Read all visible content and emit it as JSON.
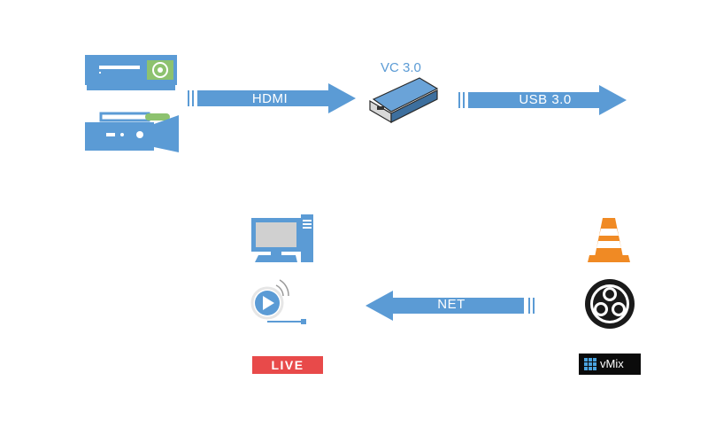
{
  "diagram": {
    "device_label": "VC 3.0",
    "arrows": {
      "hdmi": "HDMI",
      "usb": "USB 3.0",
      "net": "NET"
    },
    "badges": {
      "live": "LIVE",
      "vmix": "vMix"
    },
    "colors": {
      "accent": "#5b9bd5",
      "device_green": "#8dc26f",
      "live_red": "#e84a4a",
      "vlc_orange": "#f08a24"
    },
    "icons": {
      "sources": [
        "media-player-icon",
        "camcorder-icon"
      ],
      "device": "capture-box-icon",
      "software": [
        "vlc-icon",
        "obs-icon",
        "vmix-logo"
      ],
      "outputs": [
        "computer-icon",
        "stream-player-icon",
        "live-badge"
      ]
    }
  }
}
